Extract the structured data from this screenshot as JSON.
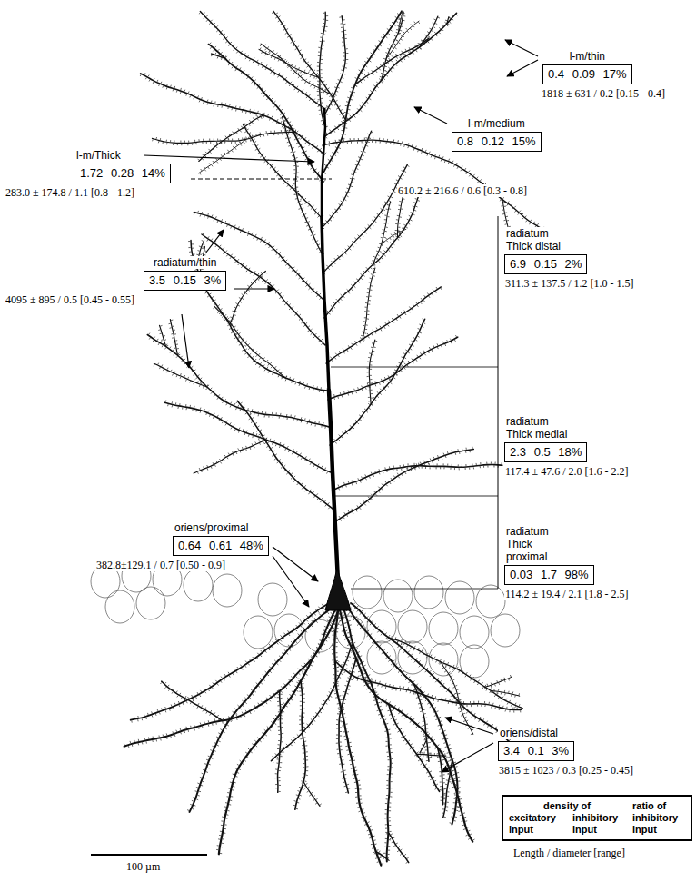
{
  "diagram": {
    "nodes": [
      {
        "text": [
          "l-m/thin",
          "0.4 0.09 17%"
        ]
      },
      {
        "text": [
          "l-m/medium",
          "0.8 0.12 15%"
        ]
      },
      {
        "text": [
          "l-m/Thick",
          "1.72 0.28 14%"
        ]
      },
      {
        "text": [
          "radiatum/thin",
          "3.5 0.15 3%"
        ]
      },
      {
        "text": [
          "radiatum Thick distal",
          "6.9 0.15 2%"
        ]
      },
      {
        "text": [
          "radiatum Thick medial",
          "2.3 0.5 18%"
        ]
      },
      {
        "text": [
          "radiatum Thick proximal",
          "0.03 1.7 98%"
        ]
      },
      {
        "text": [
          "oriens/proximal",
          "0.64 0.61 48%"
        ]
      },
      {
        "text": [
          "oriens/distal",
          "3.4 0.1 3%"
        ]
      },
      {
        "text": [
          "density of",
          "excitatory input",
          "inhibitory input",
          "ratio of inhibitory input"
        ]
      }
    ],
    "labels": [
      "1818 ± 631 / 0.2 [0.15 - 0.4]",
      "283.0 ± 174.8 / 1.1 [0.8 - 1.2]",
      "610.2 ± 216.6 / 0.6 [0.3 - 0.8]",
      "311.3 ± 137.5 / 1.2 [1.0 - 1.5]",
      "4095 ± 895 / 0.5 [0.45 - 0.55]",
      "117.4 ± 47.6 / 2.0 [1.6 - 2.2]",
      "114.2 ± 19.4 / 2.1 [1.8 - 2.5]",
      "382.8±129.1 / 0.7 [0.50 - 0.9]",
      "3815 ± 1023 / 0.3 [0.25 - 0.45]",
      "Length / diameter [range]",
      "100 µm"
    ]
  }
}
